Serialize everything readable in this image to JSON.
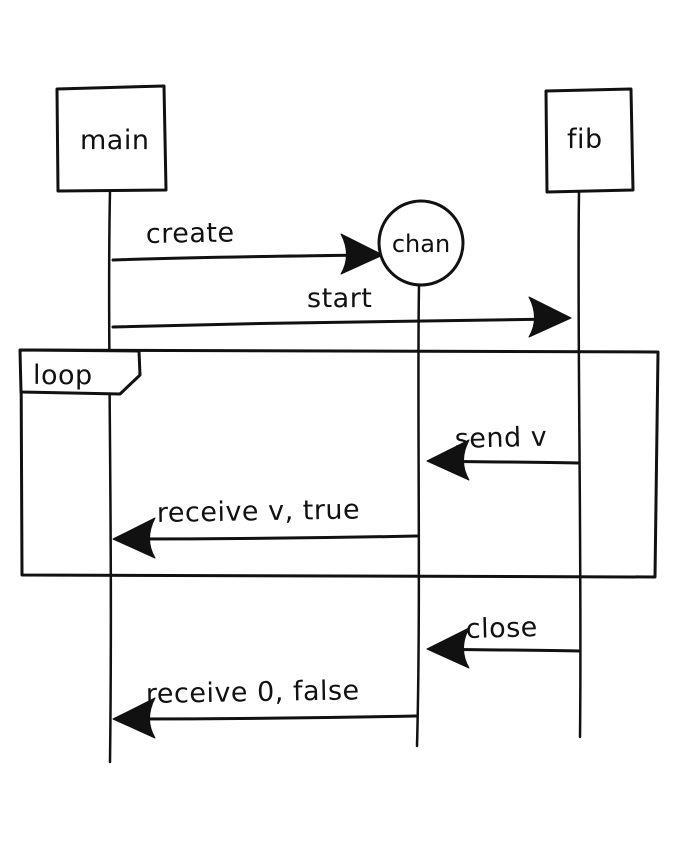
{
  "diagram": {
    "kind": "uml-sequence-diagram",
    "style": "hand-drawn",
    "colors": {
      "stroke": "#111111",
      "background": "#ffffff"
    },
    "actors": [
      {
        "id": "main",
        "label": "main"
      },
      {
        "id": "fib",
        "label": "fib"
      }
    ],
    "objects": [
      {
        "id": "chan",
        "label": "chan",
        "shape": "circle"
      }
    ],
    "fragment": {
      "type": "loop",
      "label": "loop",
      "contains": [
        "send v",
        "receive v, true"
      ]
    },
    "messages": [
      {
        "label": "create",
        "from": "main",
        "to": "chan"
      },
      {
        "label": "start",
        "from": "main",
        "to": "fib"
      },
      {
        "label": "send v",
        "from": "fib",
        "to": "chan"
      },
      {
        "label": "receive v, true",
        "from": "chan",
        "to": "main"
      },
      {
        "label": "close",
        "from": "fib",
        "to": "chan"
      },
      {
        "label": "receive 0, false",
        "from": "chan",
        "to": "main"
      }
    ]
  }
}
